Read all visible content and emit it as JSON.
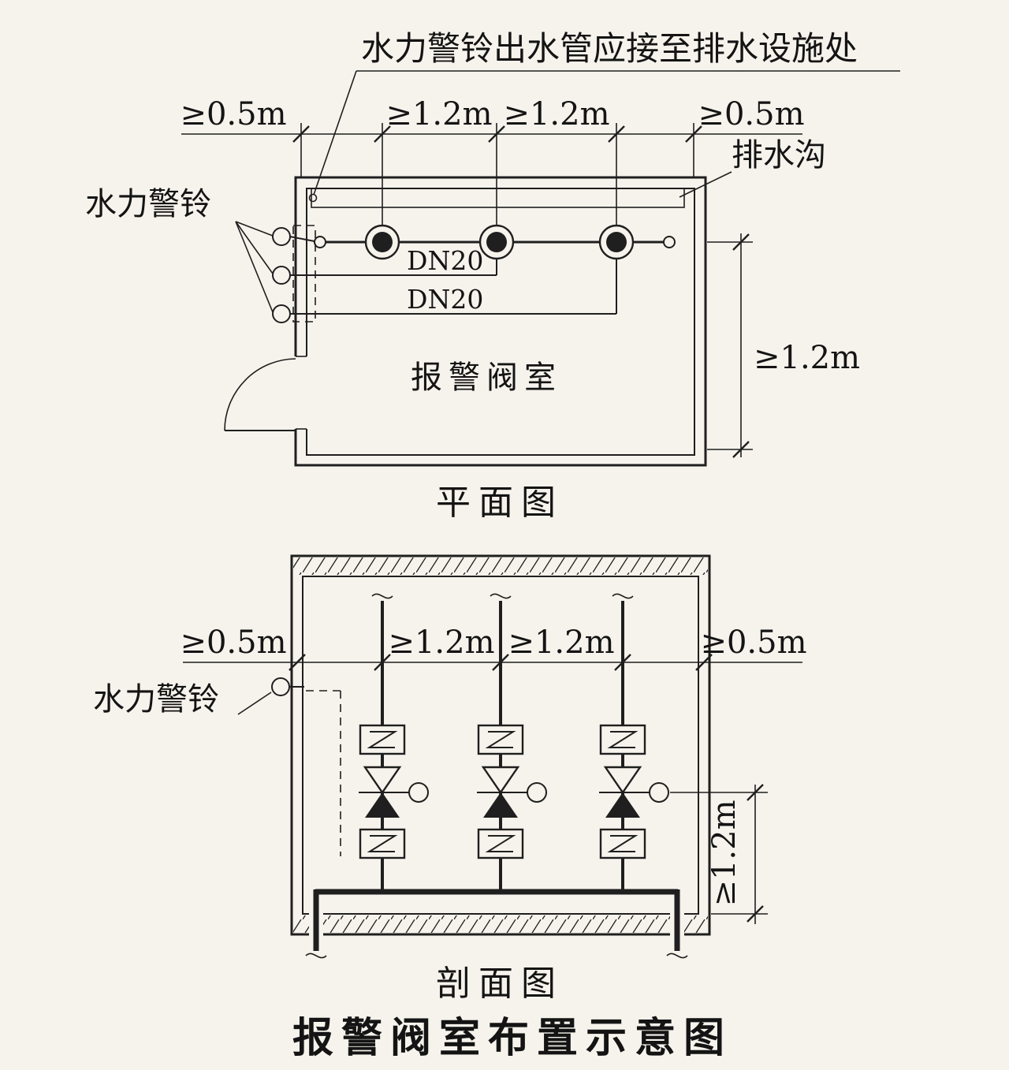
{
  "colors": {
    "paper": "#f6f3ec",
    "ink": "#1f1f1f"
  },
  "title": "报警阀室布置示意图",
  "plan": {
    "caption": "平面图",
    "top_note": "水力警铃出水管应接至排水设施处",
    "drain_label": "排水沟",
    "bell_label": "水力警铃",
    "room_label": "报警阀室",
    "pipe_labels": [
      "DN20",
      "DN20"
    ],
    "dims": {
      "d1": "≥0.5m",
      "d2": "≥1.2m",
      "d3": "≥1.2m",
      "d4": "≥0.5m",
      "right": "≥1.2m"
    }
  },
  "section": {
    "caption": "剖面图",
    "bell_label": "水力警铃",
    "dims": {
      "d1": "≥0.5m",
      "d2": "≥1.2m",
      "d3": "≥1.2m",
      "d4": "≥0.5m",
      "right": "≥1.2m"
    }
  }
}
